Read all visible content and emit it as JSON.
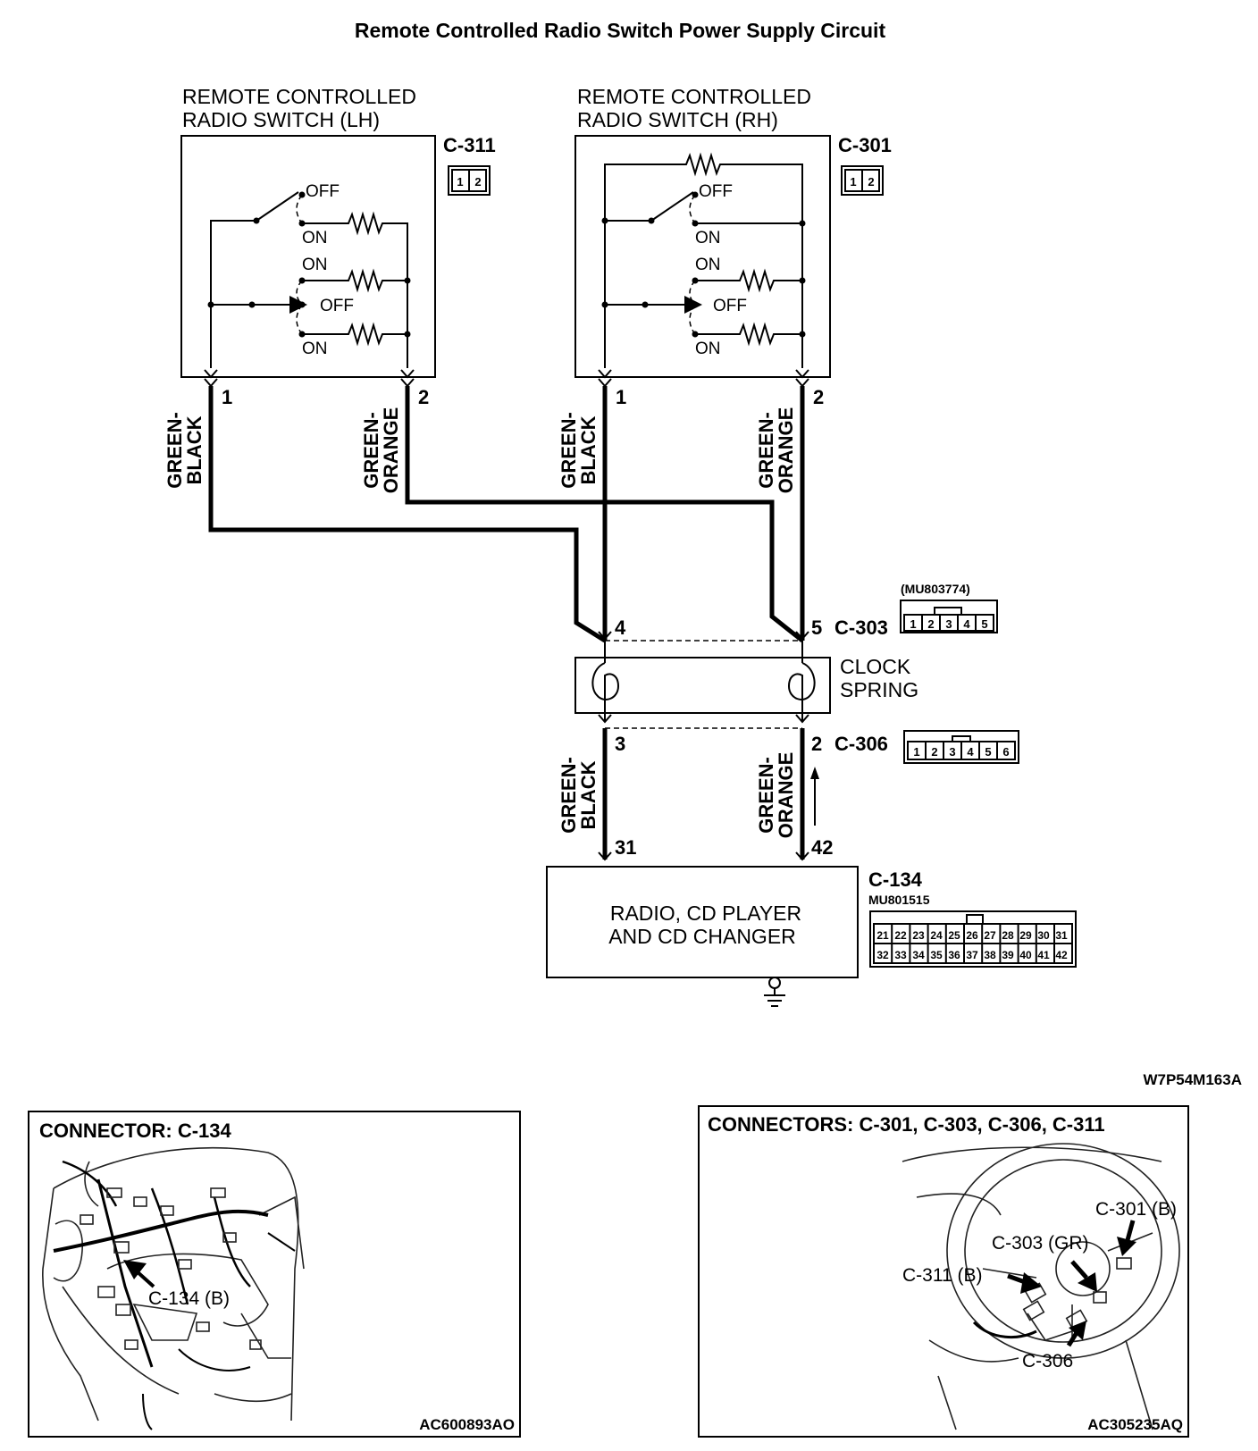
{
  "title": "Remote Controlled Radio Switch Power Supply Circuit",
  "lh_switch": {
    "label_line1": "REMOTE CONTROLLED",
    "label_line2": "RADIO SWITCH (LH)",
    "connector": "C-311",
    "connector_pins": [
      "1",
      "2"
    ],
    "positions": [
      "OFF",
      "ON",
      "ON",
      "OFF",
      "ON"
    ],
    "pin_left": "1",
    "pin_right": "2"
  },
  "rh_switch": {
    "label_line1": "REMOTE CONTROLLED",
    "label_line2": "RADIO SWITCH (RH)",
    "connector": "C-301",
    "connector_pins": [
      "1",
      "2"
    ],
    "positions": [
      "OFF",
      "ON",
      "ON",
      "OFF",
      "ON"
    ],
    "pin_left": "1",
    "pin_right": "2"
  },
  "wires": {
    "green_black": [
      "GREEN-",
      "BLACK"
    ],
    "green_orange": [
      "GREEN-",
      "ORANGE"
    ]
  },
  "c303": {
    "connector": "C-303",
    "part_number": "(MU803774)",
    "pin_left": "4",
    "pin_right": "5",
    "pins": [
      "1",
      "2",
      "3",
      "4",
      "5"
    ]
  },
  "clock_spring": {
    "label_line1": "CLOCK",
    "label_line2": "SPRING"
  },
  "c306": {
    "connector": "C-306",
    "pin_left": "3",
    "pin_right": "2",
    "pins": [
      "1",
      "2",
      "3",
      "4",
      "5",
      "6"
    ]
  },
  "radio": {
    "label_line1": "RADIO, CD PLAYER",
    "label_line2": "AND CD CHANGER",
    "connector": "C-134",
    "part_number": "MU801515",
    "pin_left": "31",
    "pin_right": "42",
    "pins_row1": [
      "21",
      "22",
      "23",
      "24",
      "25",
      "26",
      "27",
      "28",
      "29",
      "30",
      "31"
    ],
    "pins_row2": [
      "32",
      "33",
      "34",
      "35",
      "36",
      "37",
      "38",
      "39",
      "40",
      "41",
      "42"
    ]
  },
  "diagram_code": "W7P54M163A",
  "panel_left": {
    "title": "CONNECTOR: C-134",
    "callout": "C-134 (B)",
    "code": "AC600893AO"
  },
  "panel_right": {
    "title": "CONNECTORS: C-301, C-303, C-306, C-311",
    "callouts": [
      "C-301 (B)",
      "C-303 (GR)",
      "C-311 (B)",
      "C-306"
    ],
    "code": "AC305235AQ"
  }
}
